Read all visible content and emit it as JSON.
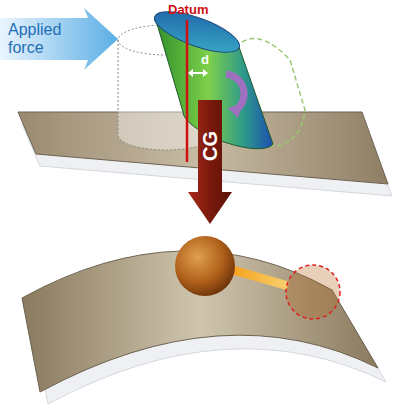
{
  "diagram": {
    "nodes": [
      {
        "text": [
          "Applied force"
        ]
      },
      {
        "text": [
          "CG"
        ]
      }
    ],
    "labels": [
      "Datum",
      "d"
    ]
  }
}
